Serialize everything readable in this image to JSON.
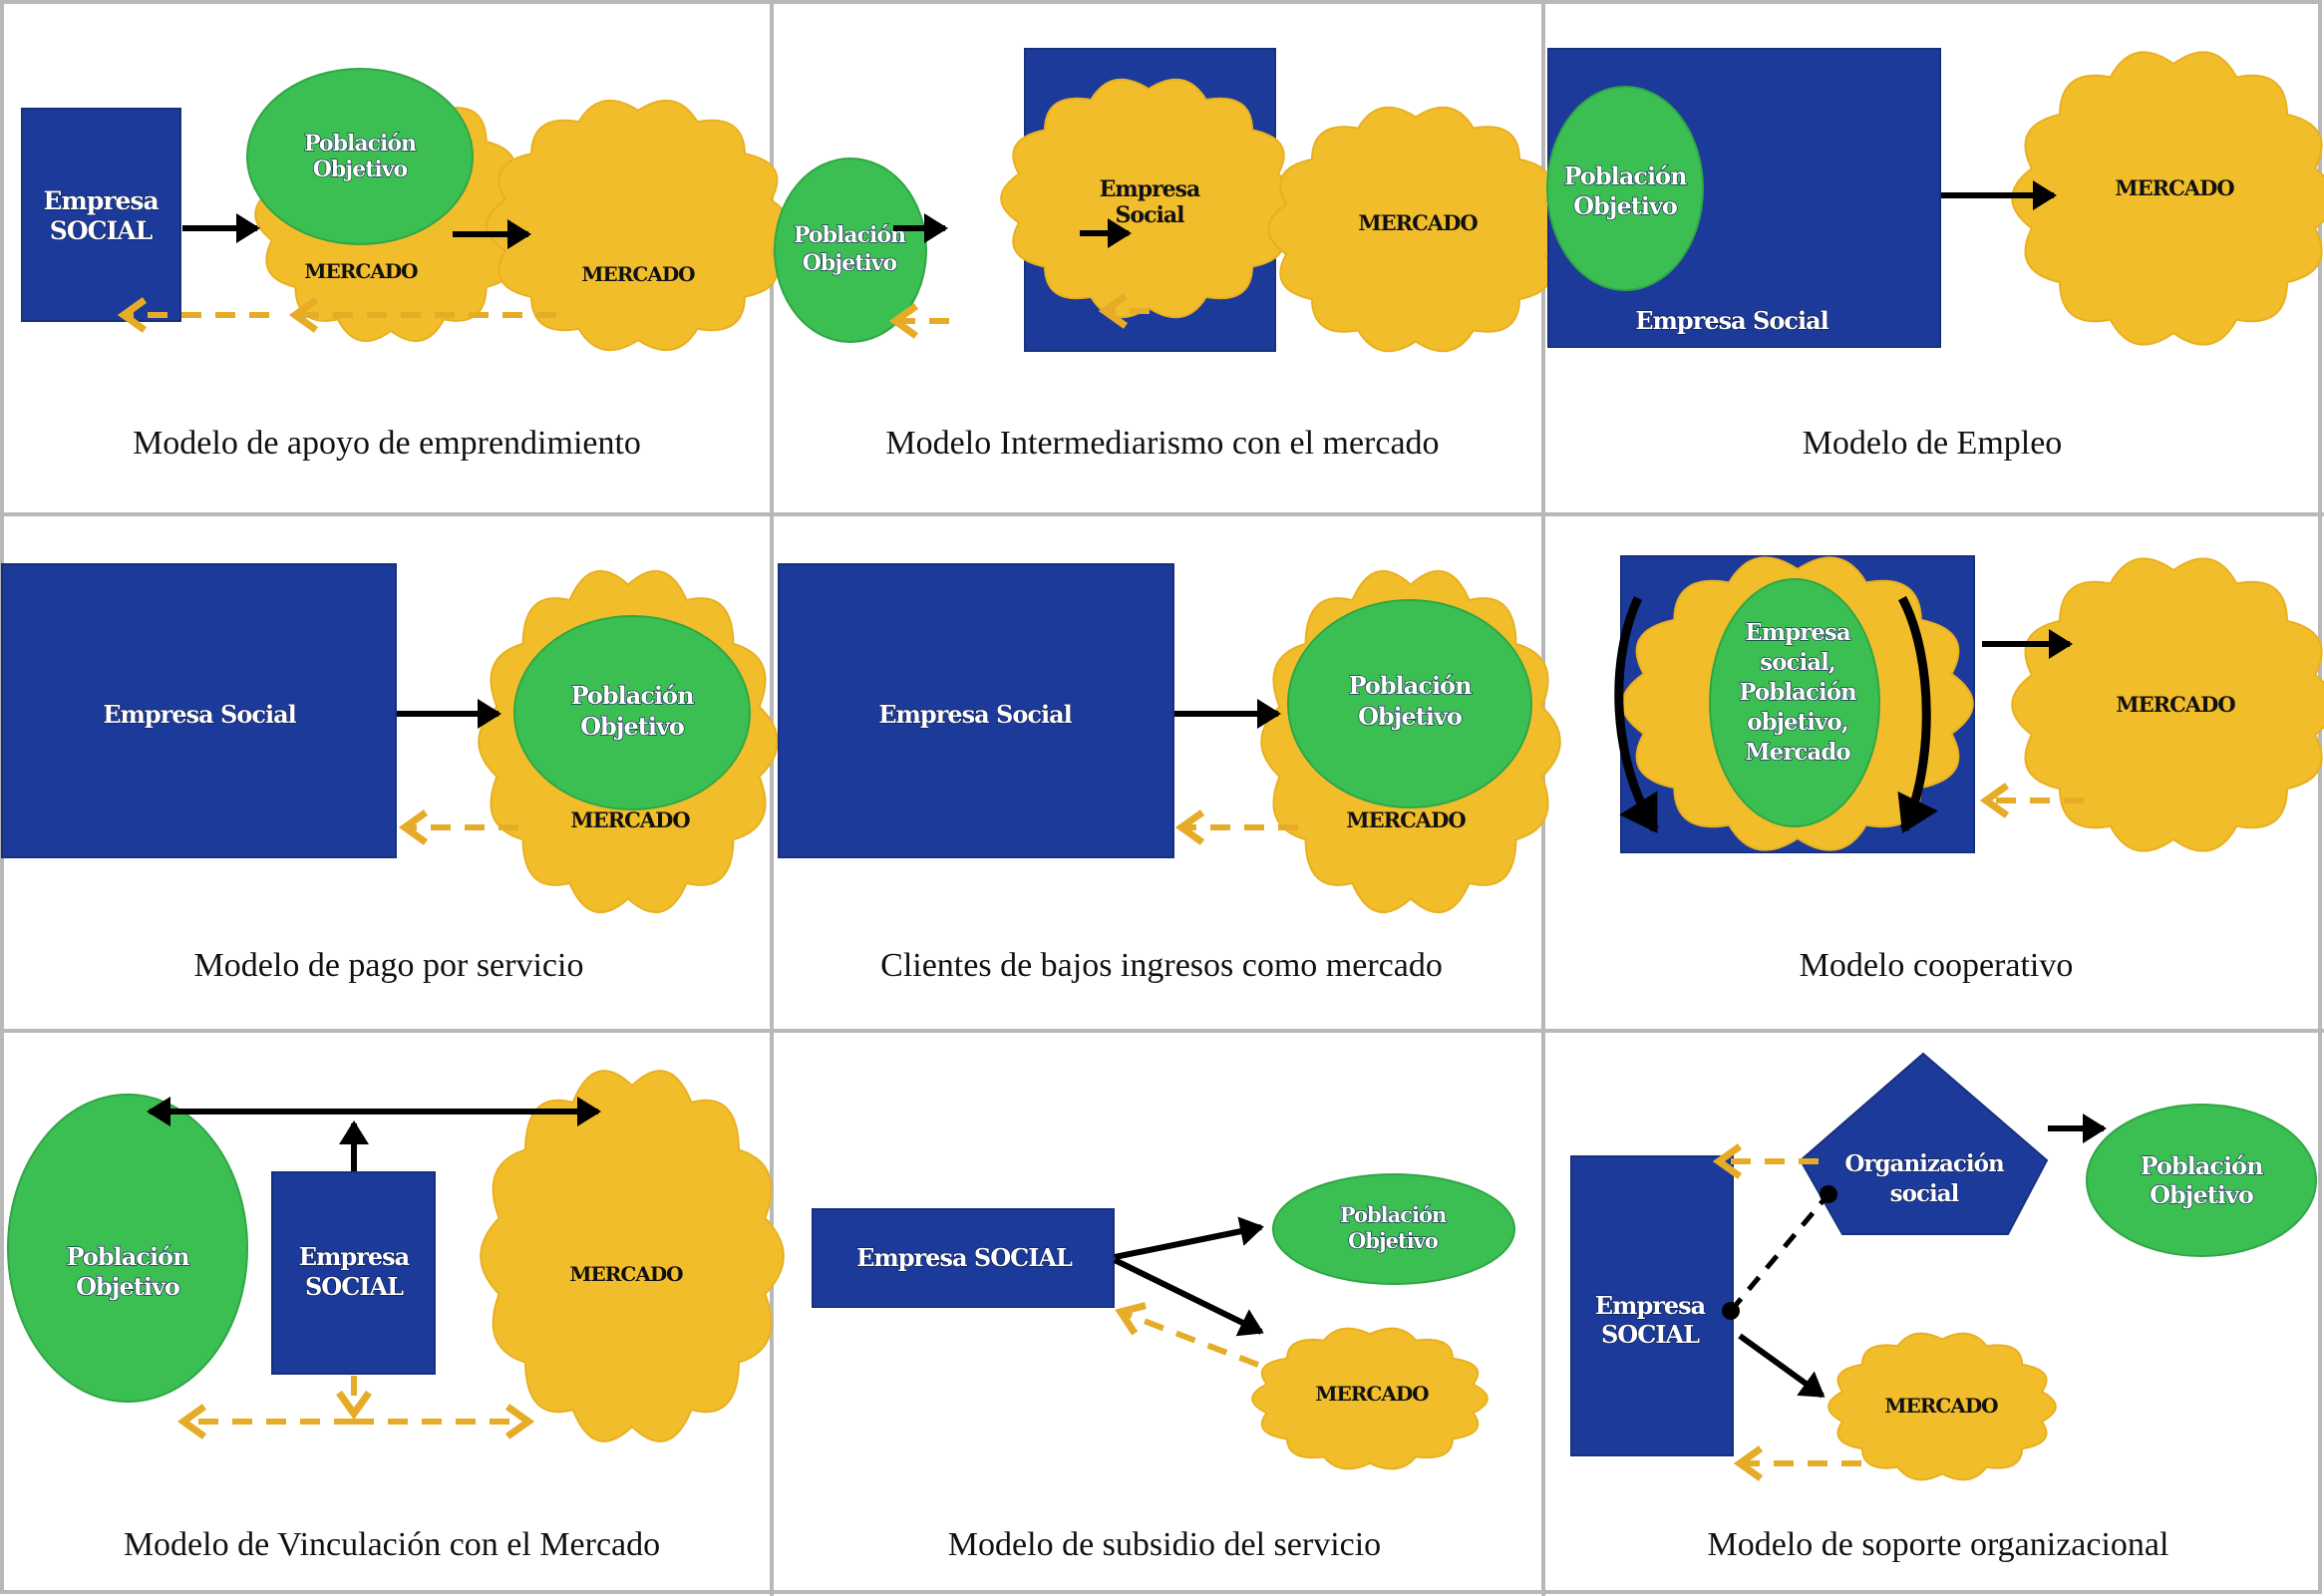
{
  "figure": {
    "colors": {
      "empresa": "#1c3a9a",
      "poblacion": "#3bbf52",
      "mercado": "#f2bd2a",
      "flow_solid": "#000000",
      "flow_dashed": "#e6ac27",
      "grid": "#b8b8b8"
    },
    "panels": [
      {
        "caption": "Modelo de apoyo de emprendimiento",
        "labels": {
          "empresa_l1": "Empresa",
          "empresa_l2": "SOCIAL",
          "poblacion_l1": "Población",
          "poblacion_l2": "Objetivo",
          "mercado_inner": "MERCADO",
          "mercado_outer": "MERCADO"
        }
      },
      {
        "caption": "Modelo Intermediarismo con el mercado",
        "labels": {
          "poblacion_l1": "Población",
          "poblacion_l2": "Objetivo",
          "empresa_l1": "Empresa",
          "empresa_l2": "Social",
          "mercado": "MERCADO"
        }
      },
      {
        "caption": "Modelo de Empleo",
        "labels": {
          "poblacion_l1": "Población",
          "poblacion_l2": "Objetivo",
          "empresa": "Empresa Social",
          "mercado": "MERCADO"
        }
      },
      {
        "caption": "Modelo de pago por servicio",
        "labels": {
          "empresa": "Empresa Social",
          "poblacion_l1": "Población",
          "poblacion_l2": "Objetivo",
          "mercado": "MERCADO"
        }
      },
      {
        "caption": "Clientes de bajos ingresos como mercado",
        "labels": {
          "empresa": "Empresa Social",
          "poblacion_l1": "Población",
          "poblacion_l2": "Objetivo",
          "mercado": "MERCADO"
        }
      },
      {
        "caption": "Modelo cooperativo",
        "labels": {
          "coop_l1": "Empresa",
          "coop_l2": "social,",
          "coop_l3": "Población",
          "coop_l4": "objetivo,",
          "coop_l5": "Mercado",
          "mercado": "MERCADO"
        }
      },
      {
        "caption": "Modelo de Vinculación con el Mercado",
        "labels": {
          "poblacion_l1": "Población",
          "poblacion_l2": "Objetivo",
          "empresa_l1": "Empresa",
          "empresa_l2": "SOCIAL",
          "mercado": "MERCADO"
        }
      },
      {
        "caption": "Modelo de subsidio del servicio",
        "labels": {
          "empresa": "Empresa SOCIAL",
          "poblacion_l1": "Población",
          "poblacion_l2": "Objetivo",
          "mercado": "MERCADO"
        }
      },
      {
        "caption": "Modelo de soporte organizacional",
        "labels": {
          "org_l1": "Organización",
          "org_l2": "social",
          "poblacion_l1": "Población",
          "poblacion_l2": "Objetivo",
          "empresa_l1": "Empresa",
          "empresa_l2": "SOCIAL",
          "mercado": "MERCADO"
        }
      }
    ]
  }
}
